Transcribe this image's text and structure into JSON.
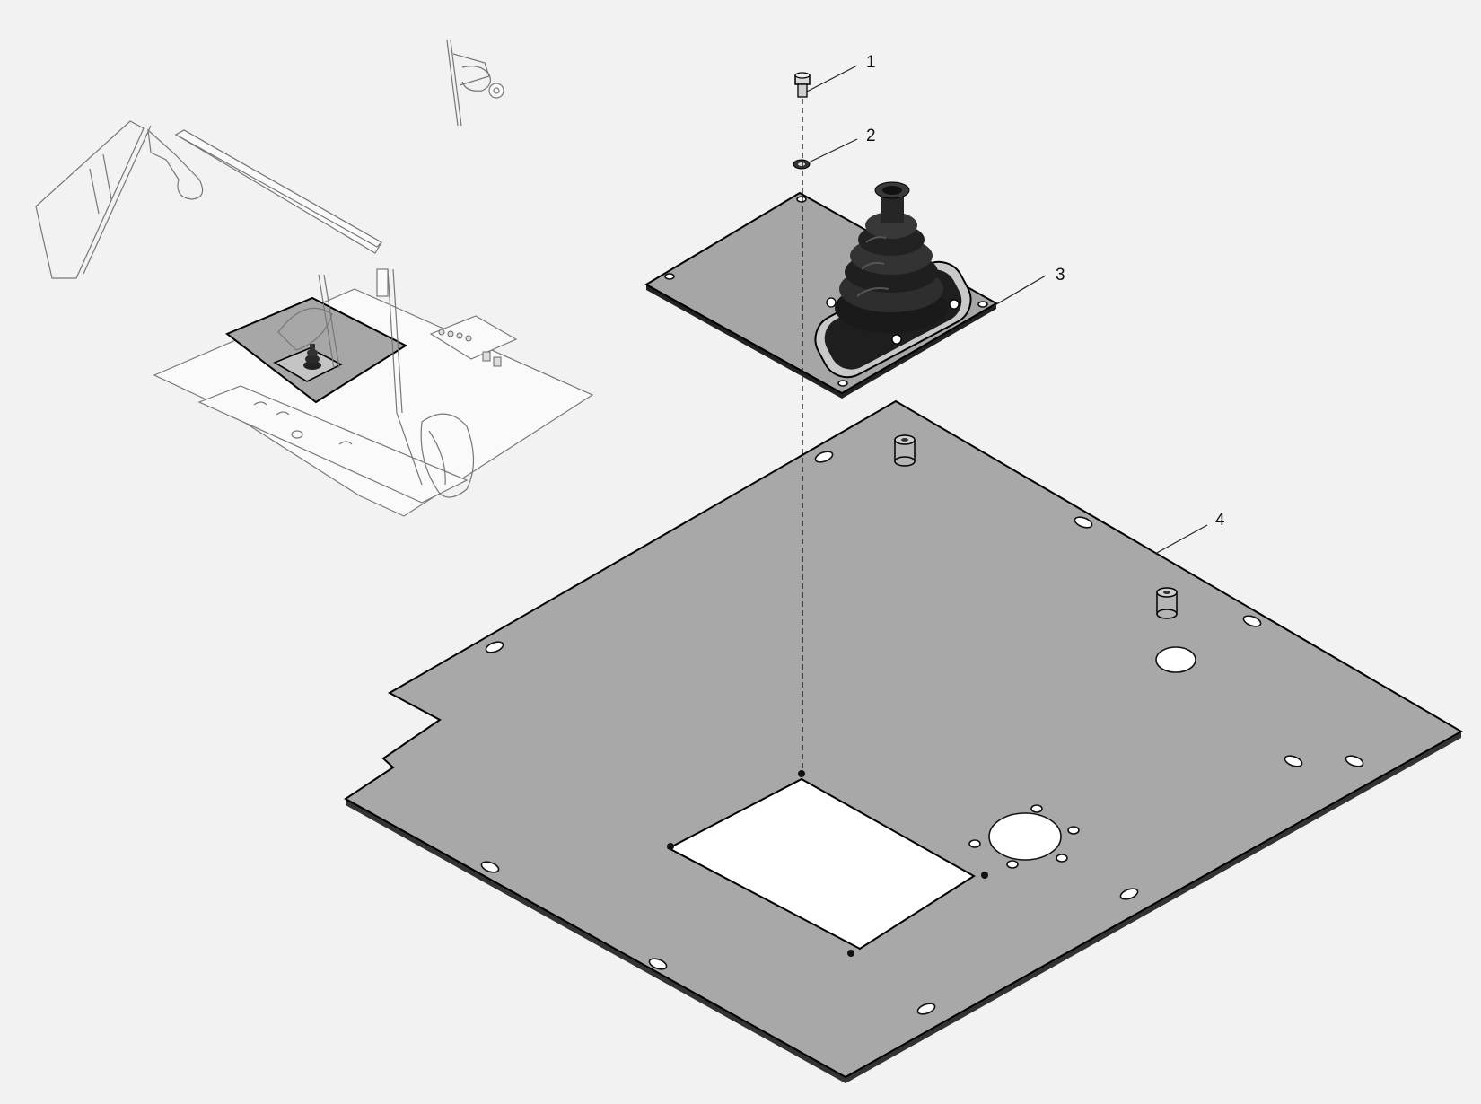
{
  "colors": {
    "background": "#f2f2f2",
    "floor_plate": "#a8a8a8",
    "cover_plate": "#a6a6a6",
    "boot": "#1c1c1c",
    "outline": "#000000",
    "context_lines": "#777777"
  },
  "callouts": [
    {
      "id": "1",
      "label": "1"
    },
    {
      "id": "2",
      "label": "2"
    },
    {
      "id": "3",
      "label": "3"
    },
    {
      "id": "4",
      "label": "4"
    }
  ]
}
